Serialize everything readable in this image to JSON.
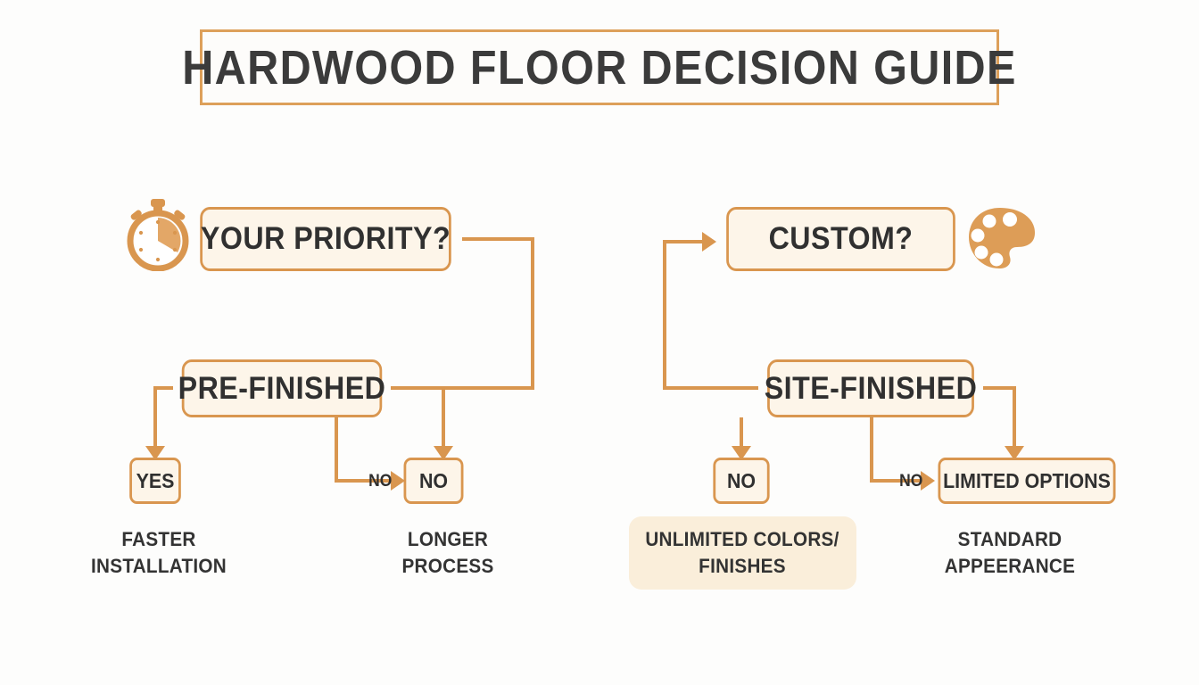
{
  "header": {
    "title": "HARDWOOD FLOOR DECISION GUIDE"
  },
  "theme": {
    "background": "#fdfdfc",
    "accent": "#d9964f",
    "node_fill": "#fdf5e9",
    "panel_fill": "#faeeda",
    "text": "#303030"
  },
  "flowchart": {
    "type": "decision-tree",
    "left_branch": {
      "question": "YOUR PRIORITY?",
      "question_icon": "stopwatch-icon",
      "option": "PRE-FINISHED",
      "outcomes": [
        {
          "answer": "YES",
          "caption": "FASTER\nINSTALLATION"
        },
        {
          "answer": "NO",
          "caption": "LONGER\nPROCESS",
          "edge_label": "NO"
        }
      ]
    },
    "right_branch": {
      "question": "CUSTOM?",
      "question_icon": "palette-icon",
      "option": "SITE-FINISHED",
      "outcomes": [
        {
          "answer": "NO",
          "caption": "UNLIMITED COLORS/\nFINISHES"
        },
        {
          "answer": "LIMITED OPTIONS",
          "caption": "STANDARD\nAPPEERANCE",
          "edge_label": "NO"
        }
      ]
    }
  }
}
